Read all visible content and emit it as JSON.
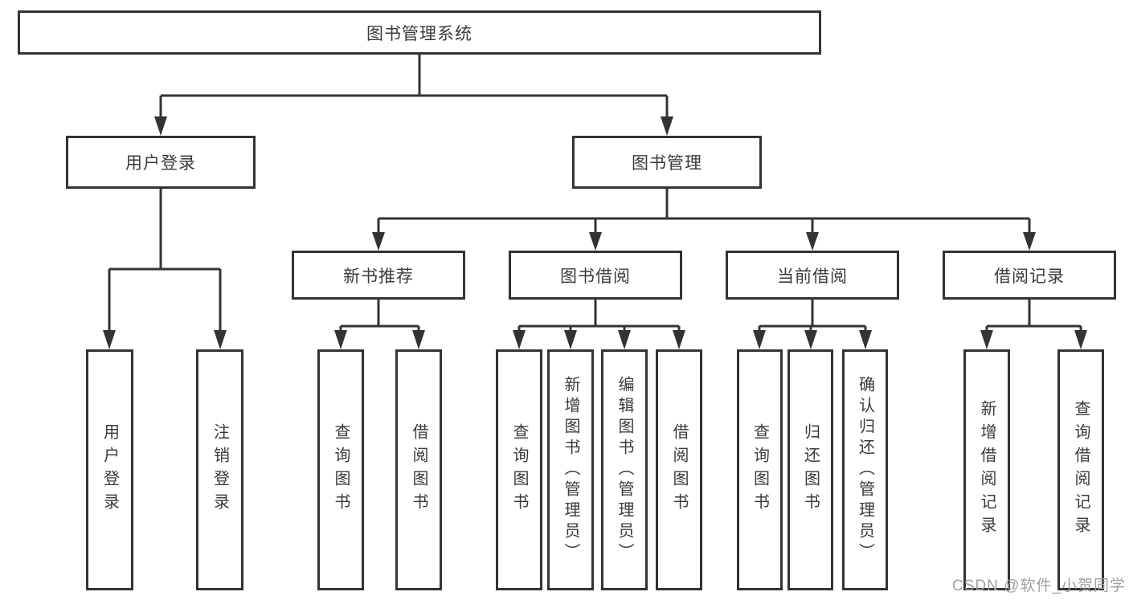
{
  "tree": {
    "label": "图书管理系统",
    "children": [
      {
        "label": "用户登录",
        "children": [
          {
            "label": "用户登录"
          },
          {
            "label": "注销登录"
          }
        ]
      },
      {
        "label": "图书管理",
        "children": [
          {
            "label": "新书推荐",
            "children": [
              {
                "label": "查询图书"
              },
              {
                "label": "借阅图书"
              }
            ]
          },
          {
            "label": "图书借阅",
            "children": [
              {
                "label": "查询图书"
              },
              {
                "label": "新增图书（管理员）"
              },
              {
                "label": "编辑图书（管理员）"
              },
              {
                "label": "借阅图书"
              }
            ]
          },
          {
            "label": "当前借阅",
            "children": [
              {
                "label": "查询图书"
              },
              {
                "label": "归还图书"
              },
              {
                "label": "确认归还（管理员）"
              }
            ]
          },
          {
            "label": "借阅记录",
            "children": [
              {
                "label": "新增借阅记录"
              },
              {
                "label": "查询借阅记录"
              }
            ]
          }
        ]
      }
    ]
  },
  "watermark": "CSDN @软件_小贺同学",
  "colors": {
    "line": "#333333",
    "text": "#3a3a3a",
    "box_fill": "#ffffff",
    "watermark_text": "#a0a0a0"
  }
}
